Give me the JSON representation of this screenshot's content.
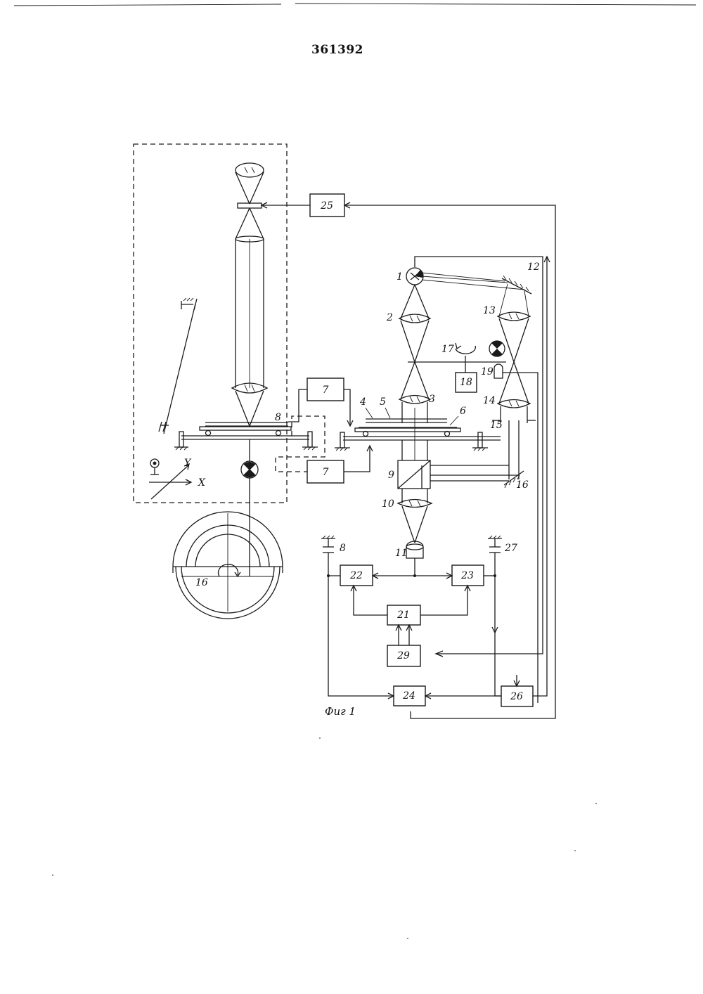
{
  "patent_number": "361392",
  "figure_caption": "Фиг 1",
  "axes": {
    "x": "X",
    "y": "Y"
  },
  "blocks": {
    "b7a": "7",
    "b7b": "7",
    "b11": "11",
    "b18": "18",
    "b21": "21",
    "b22": "22",
    "b23": "23",
    "b24": "24",
    "b25": "25",
    "b26": "26",
    "b29": "29"
  },
  "labels": {
    "n1": "1",
    "n2": "2",
    "n3": "3",
    "n4": "4",
    "n5": "5",
    "n6": "6",
    "n8": "8",
    "n8b": "8",
    "n9": "9",
    "n10": "10",
    "n12": "12",
    "n13": "13",
    "n14": "14",
    "n15": "15",
    "n16": "16",
    "n16b": "16",
    "n17": "17",
    "n19": "19",
    "n27": "27"
  }
}
